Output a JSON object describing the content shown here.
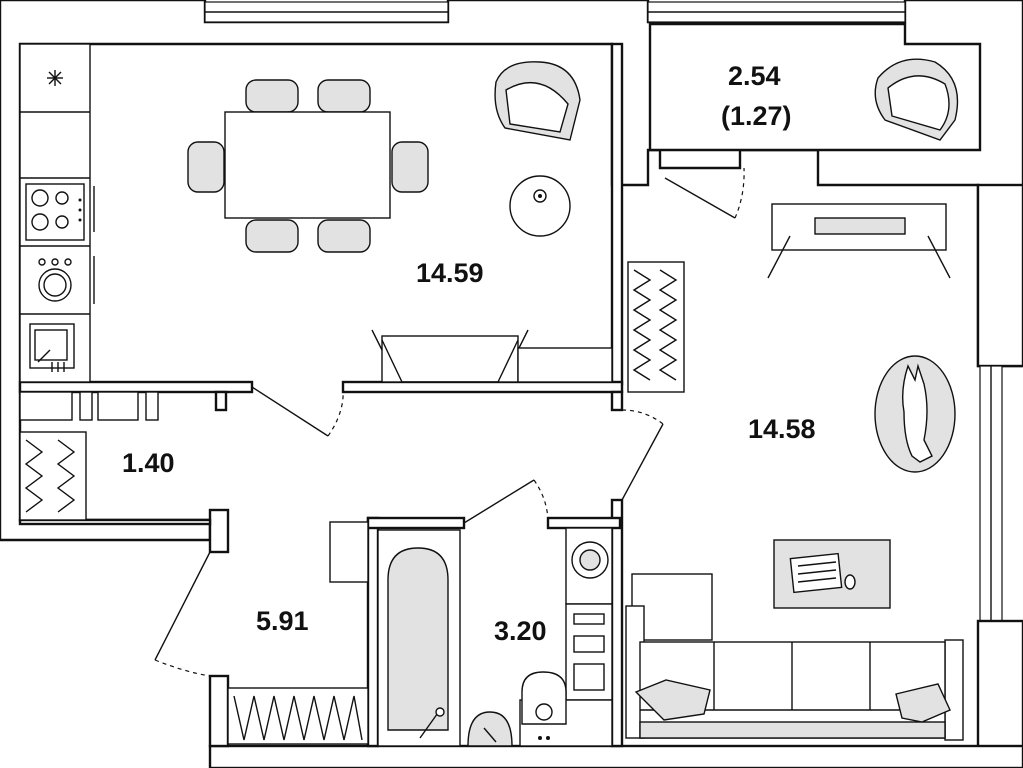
{
  "rooms": [
    {
      "id": "living-kitchen",
      "area": "14.59"
    },
    {
      "id": "balcony",
      "area": "2.54",
      "area_coef": "(1.27)"
    },
    {
      "id": "bedroom",
      "area": "14.58"
    },
    {
      "id": "storage",
      "area": "1.40"
    },
    {
      "id": "hallway",
      "area": "5.91"
    },
    {
      "id": "bathroom",
      "area": "3.20"
    }
  ],
  "icons": {
    "kitchen_fan": "snowflake-icon",
    "laptop": "laptop-icon",
    "dog": "dog-icon"
  }
}
